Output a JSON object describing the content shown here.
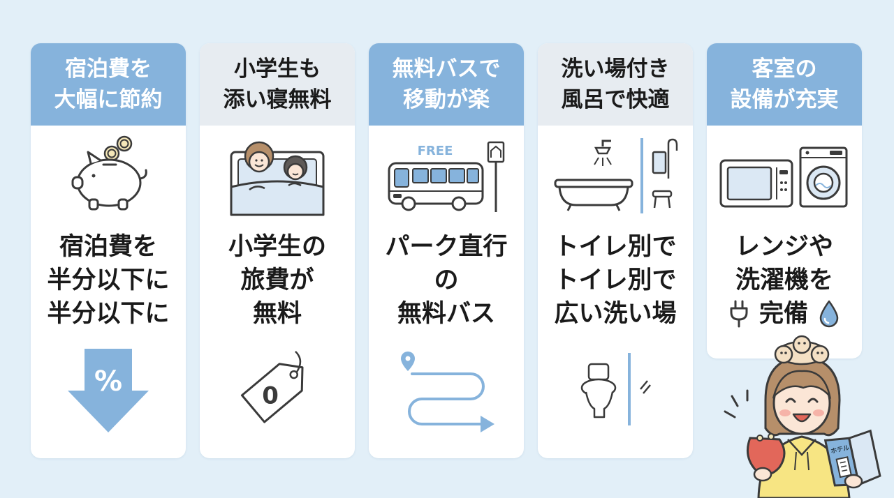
{
  "colors": {
    "background": "#e2eff8",
    "header_blue": "#86b3dc",
    "header_gray": "#e7ecf1",
    "accent_blue": "#86b3dc",
    "line_dark": "#3a3a3a",
    "text_dark": "#1a1a1a"
  },
  "cards": [
    {
      "header_lines": [
        "宿泊費を",
        "大幅に節約"
      ],
      "header_style": "blue",
      "icon": "piggy-bank-icon",
      "body_lines": [
        "宿泊費を",
        "半分以下に",
        "半分以下に"
      ],
      "bottom_icon": "percent-down-arrow-icon",
      "bottom_icon_text": "%"
    },
    {
      "header_lines": [
        "小学生も",
        "添い寝無料"
      ],
      "header_style": "gray",
      "icon": "co-sleeping-icon",
      "body_lines": [
        "小学生の",
        "旅費が",
        "無料"
      ],
      "bottom_icon": "zero-price-tag-icon",
      "bottom_icon_text": "0"
    },
    {
      "header_lines": [
        "無料バスで",
        "移動が楽"
      ],
      "header_style": "blue",
      "icon": "bus-icon",
      "icon_text": "FREE",
      "body_lines": [
        "パーク直行",
        "の",
        "無料バス"
      ],
      "bottom_icon": "route-icon"
    },
    {
      "header_lines": [
        "洗い場付き",
        "風呂で快適"
      ],
      "header_style": "gray",
      "icon": "bathtub-shower-icon",
      "body_lines": [
        "トイレ別で",
        "トイレ別で",
        "広い洗い場"
      ],
      "bottom_icon": "toilet-icon"
    },
    {
      "header_lines": [
        "客室の",
        "設備が充実"
      ],
      "header_style": "blue",
      "icon": "microwave-washer-icon",
      "body_lines": [
        "レンジや",
        "洗濯機を",
        "完備"
      ],
      "body_inline_icons": [
        "plug-icon",
        "water-drop-icon"
      ]
    }
  ],
  "mascot": {
    "icon": "happy-woman-mascot-icon",
    "guidebook_text": "ホテル"
  }
}
